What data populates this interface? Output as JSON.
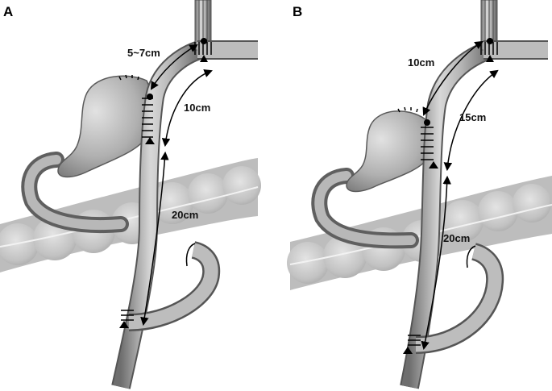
{
  "panels": [
    {
      "id": "A",
      "label": "A",
      "measurements": [
        "5~7cm",
        "10cm",
        "20cm"
      ]
    },
    {
      "id": "B",
      "label": "B",
      "measurements": [
        "10cm",
        "15cm",
        "20cm"
      ]
    }
  ]
}
